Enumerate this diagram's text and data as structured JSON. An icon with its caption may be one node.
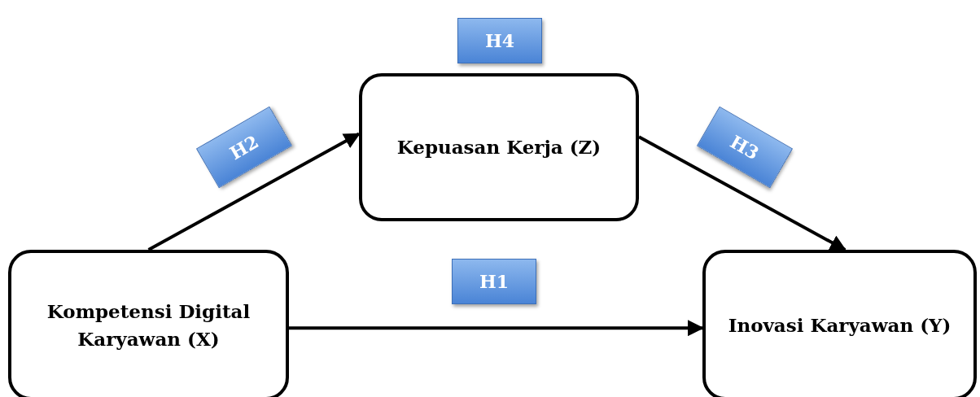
{
  "diagram": {
    "nodes": [
      {
        "text": [
          "Kepuasan Kerja (Z)"
        ]
      },
      {
        "text": [
          "Kompetensi Digital Karyawan (X)"
        ]
      },
      {
        "text": [
          "Inovasi Karyawan (Y)"
        ]
      }
    ],
    "edges": [
      {
        "from": 1,
        "to": 0,
        "arrow": "to",
        "label": "H2"
      },
      {
        "from": 0,
        "to": 2,
        "arrow": "to",
        "label": "H3"
      },
      {
        "from": 1,
        "to": 2,
        "arrow": "to",
        "label": "H1"
      }
    ],
    "labels": [
      "H4"
    ]
  }
}
